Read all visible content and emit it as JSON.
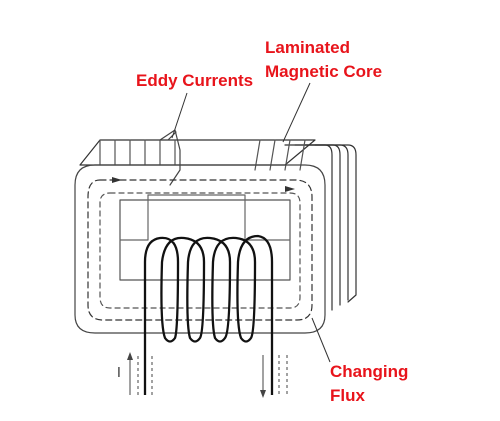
{
  "labels": {
    "eddy_currents": "Eddy Currents",
    "laminated_core_line1": "Laminated",
    "laminated_core_line2": "Magnetic Core",
    "changing_flux_line1": "Changing",
    "changing_flux_line2": "Flux",
    "current_marker": "I"
  },
  "colors": {
    "label": "#e8141b",
    "line": "#222222",
    "coil": "#111111"
  },
  "icons": {
    "flux_arrow": "arrow-right-icon",
    "current_up": "arrow-up-icon",
    "current_down": "arrow-down-icon"
  }
}
